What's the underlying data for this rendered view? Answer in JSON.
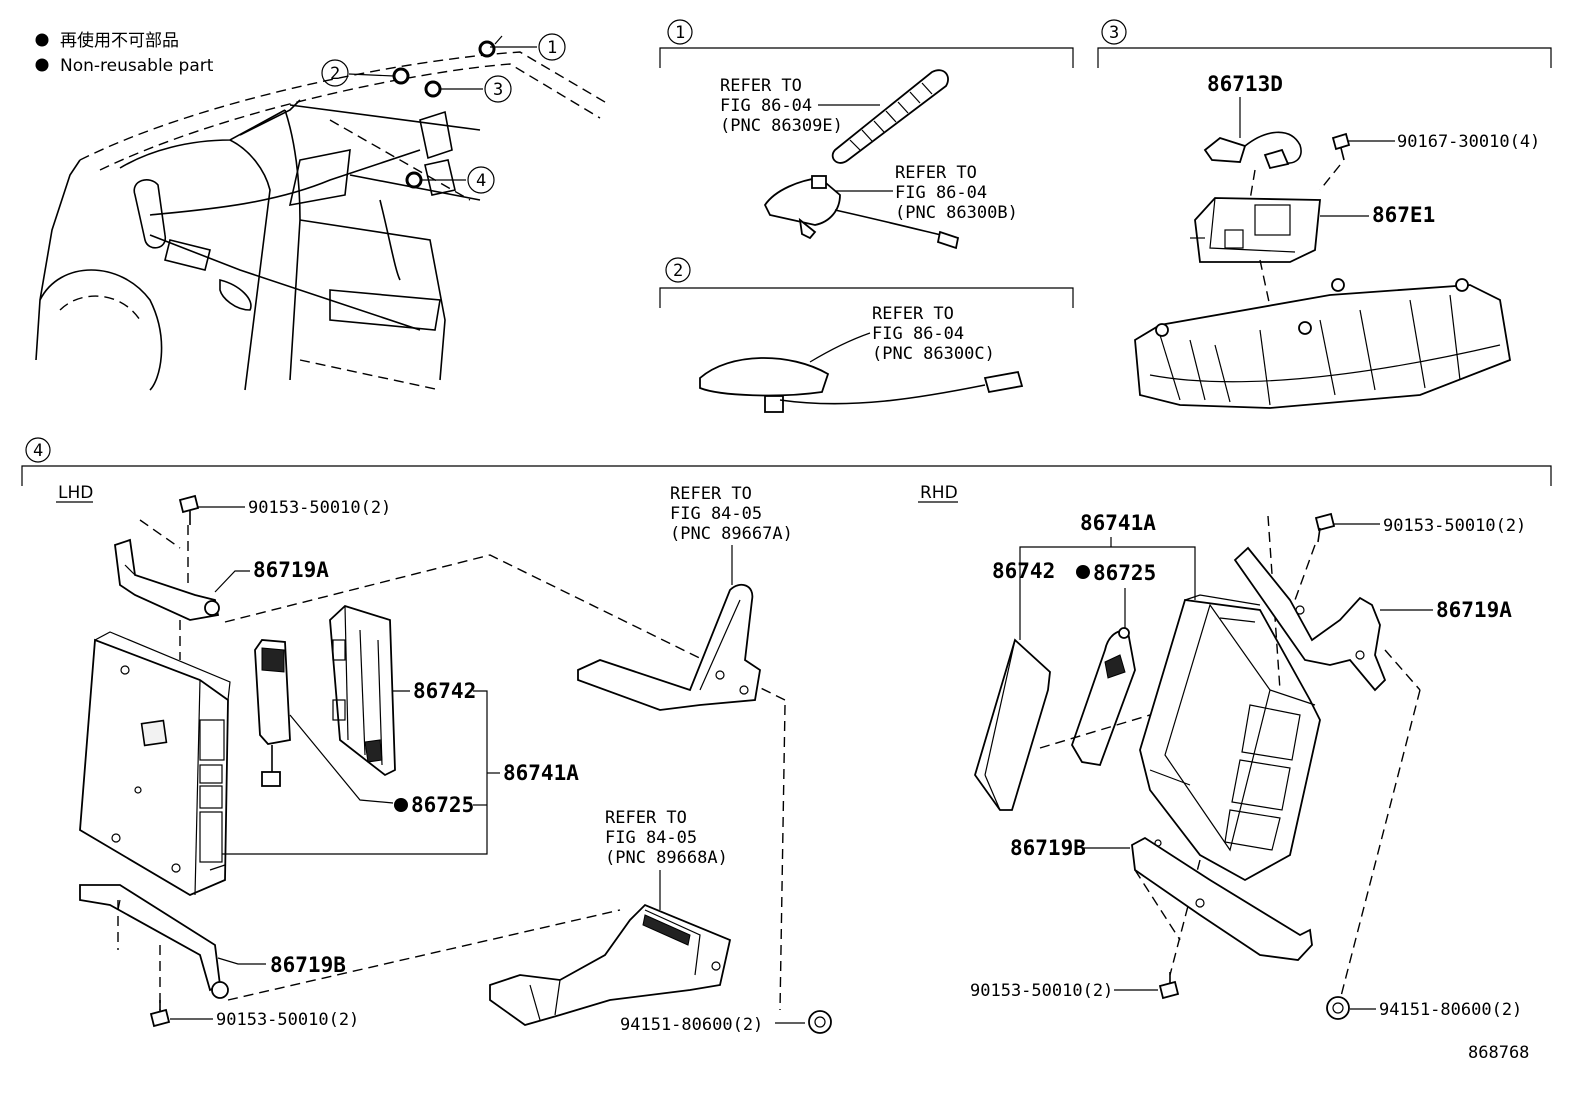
{
  "legend": {
    "jp": "再使用不可部品",
    "en": "Non-reusable part"
  },
  "callouts": {
    "c1": "1",
    "c2": "2",
    "c3": "3",
    "c4": "4"
  },
  "section_labels": {
    "lhd": "LHD",
    "rhd": "RHD"
  },
  "section1": {
    "ref_a": [
      "REFER TO",
      "FIG 86-04",
      "(PNC 86309E)"
    ],
    "ref_b": [
      "REFER TO",
      "FIG 86-04",
      "(PNC 86300B)"
    ]
  },
  "section2": {
    "ref_a": [
      "REFER TO",
      "FIG 86-04",
      "(PNC 86300C)"
    ]
  },
  "section3": {
    "part_86713D": "86713D",
    "part_90167": "90167-30010(4)",
    "part_867E1": "867E1"
  },
  "section4_lhd": {
    "bolt_top": "90153-50010(2)",
    "bracket_a": "86719A",
    "part_86742": "86742",
    "part_86741A": "86741A",
    "part_86725": "86725",
    "bracket_b": "86719B",
    "bolt_bottom": "90153-50010(2)",
    "ref_upper": [
      "REFER TO",
      "FIG 84-05",
      "(PNC 89667A)"
    ],
    "ref_lower": [
      "REFER TO",
      "FIG 84-05",
      "(PNC 89668A)"
    ],
    "clip": "94151-80600(2)"
  },
  "section4_rhd": {
    "part_86741A": "86741A",
    "part_86742": "86742",
    "part_86725": "86725",
    "bolt_top": "90153-50010(2)",
    "bracket_a": "86719A",
    "bracket_b": "86719B",
    "bolt_bottom": "90153-50010(2)",
    "clip": "94151-80600(2)"
  },
  "figure_number": "868768"
}
